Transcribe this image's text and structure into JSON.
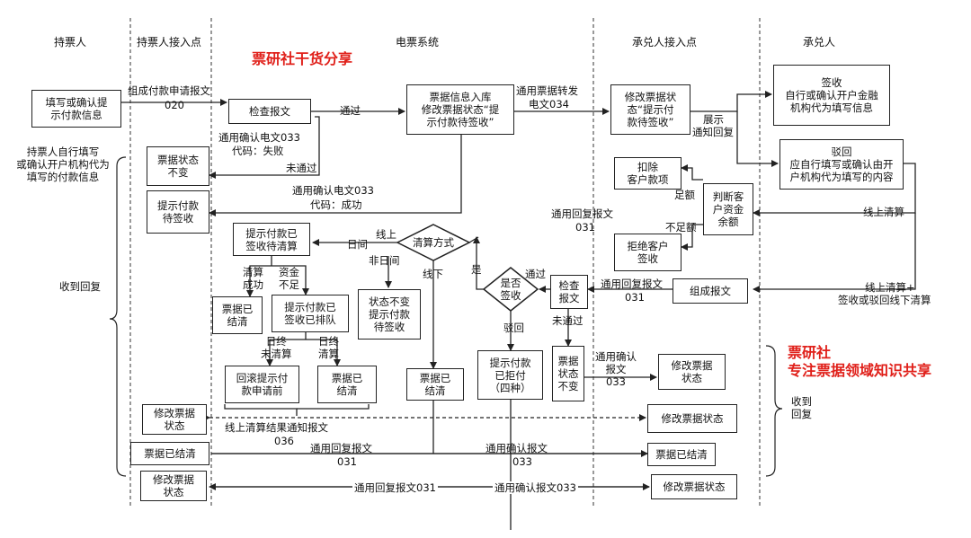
{
  "lanes": {
    "holder": "持票人",
    "holder_access": "持票人接入点",
    "system": "电票系统",
    "acceptor_access": "承兑人接入点",
    "acceptor": "承兑人"
  },
  "watermark": {
    "top": "票研社干货分享",
    "side": "票研社\n专注票据领域知识共享"
  },
  "boxes": {
    "fill_pay_info": "填写或确认提\n示付款信息",
    "check_msg": "检查报文",
    "bill_in_db": "票据信息入库\n修改票据状态“提\n示付款待签收”",
    "modify_status_top": "修改票据状\n态“提示付\n款待签收”",
    "sign_receive": "签收\n自行或确认开户金融\n机构代为填写信息",
    "reject_reply": "驳回\n应自行填写或确认由开\n户机构代为填写的内容",
    "status_unchanged_1": "票据状态\n不变",
    "prompt_pending": "提示付款\n待签收",
    "deduct": "扣除\n客户款项",
    "judge_funds": "判断客\n户资金\n余额",
    "refuse_sign": "拒绝客户\n签收",
    "prompt_paid_pending_clear": "提示付款已\n签收待清算",
    "settled_1": "票据已\n结清",
    "prompt_paid_queue": "提示付款已\n签收已排队",
    "status_unchanged_2": "状态不变\n提示付款\n待签收",
    "rollback": "回滚提示付\n款申请前",
    "settled_2": "票据已\n结清",
    "settled_3": "票据已\n结清",
    "check_msg_2": "检查\n报文",
    "compose_msg": "组成报文",
    "prompt_refused": "提示付款\n已拒付\n（四种）",
    "status_unchanged_3": "票据\n状态\n不变",
    "modify_status_mid": "修改票据\n状态",
    "modify_status_left1": "修改票据\n状态",
    "modify_status_right1": "修改票据状态",
    "settled_left": "票据已结清",
    "settled_right": "票据已结清",
    "modify_status_left2": "修改票据\n状态",
    "modify_status_right2": "修改票据状态"
  },
  "diamonds": {
    "clear_mode": "清算方式",
    "whether_sign": "是否\n签收"
  },
  "labels": {
    "compose_request": "组成付款申请报文",
    "msg_020": "020",
    "pass_1": "通过",
    "transfer_msg": "通用票据转发",
    "msg_034": "电文034",
    "show_notice": "展示",
    "notice_reply": "通知回复",
    "confirm_033_fail": "通用确认电文033",
    "code_fail": "代码：失败",
    "not_pass_1": "未通过",
    "confirm_033_ok": "通用确认电文033",
    "code_ok": "代码：成功",
    "holder_note": "持票人自行填写\n或确认开户机构代为\n填写的付款信息",
    "received_reply_left": "收到回复",
    "sufficient": "足额",
    "insufficient": "不足额",
    "reply_031_a": "通用回复报文",
    "reply_031_a_num": "031",
    "online_clear": "线上清算",
    "online": "线上",
    "intraday": "日间",
    "non_intraday": "非日间",
    "offline": "线下",
    "clear_ok": "清算\n成功",
    "funds_short": "资金\n不足",
    "yes": "是",
    "pass_2": "通过",
    "not_pass_2": "未通过",
    "reject": "驳回",
    "reply_031_b": "通用回复报文",
    "reply_031_b_num": "031",
    "online_clear_plus": "线上清算+",
    "sign_or_reject_offline": "签收或驳回线下清算",
    "eod_not_cleared": "日终\n未清算",
    "eod_cleared": "日终\n清算",
    "confirm_reply": "通用确认\n报文\n033",
    "received_reply_right": "收到\n回复",
    "notify_036": "线上清算结果通知报文",
    "notify_036_num": "036",
    "reply_031_c": "通用回复报文",
    "reply_031_c_num": "031",
    "confirm_033_c": "通用确认报文",
    "confirm_033_c_num": "033",
    "reply_031_d": "通用回复报文031",
    "confirm_033_d": "通用确认报文033"
  }
}
